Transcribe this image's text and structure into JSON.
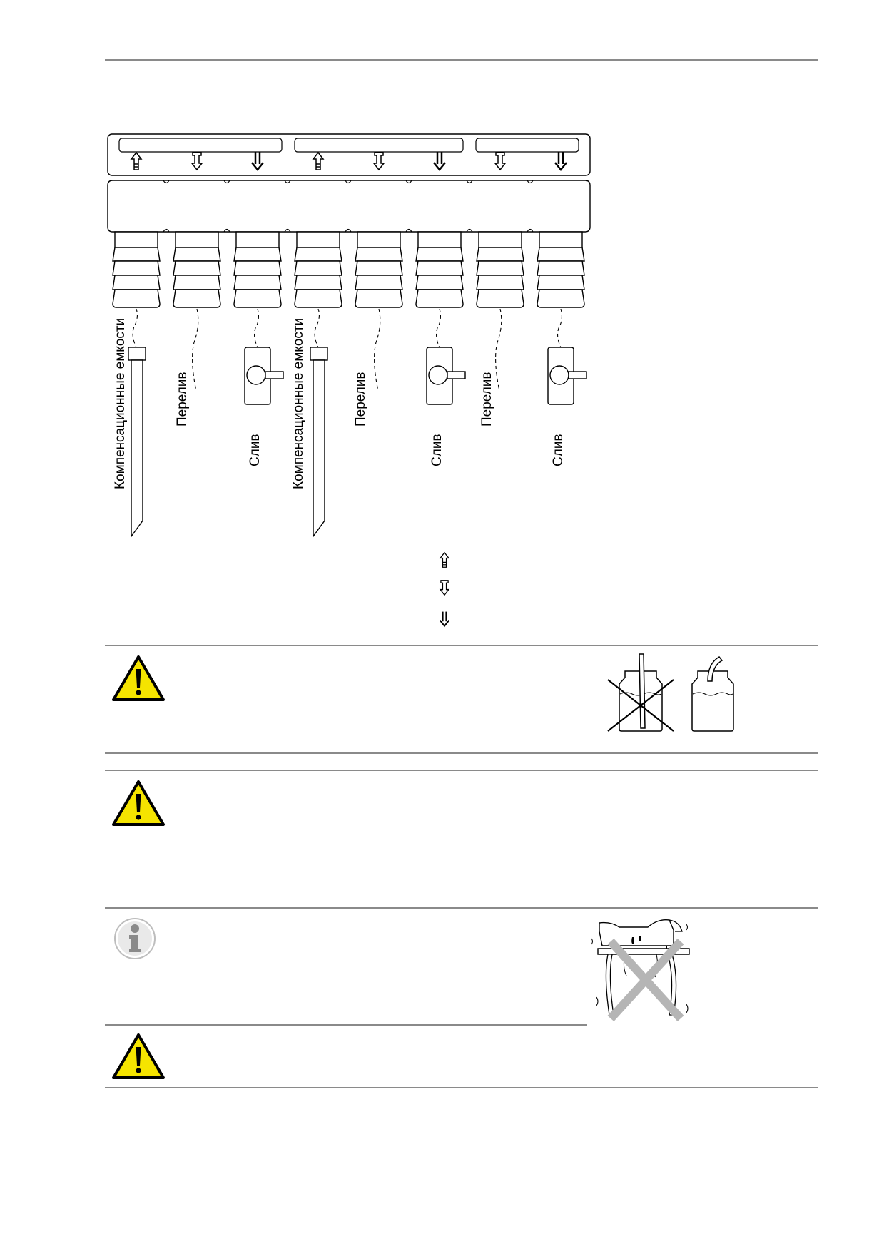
{
  "diagram": {
    "labels": [
      "Компенсационные емкости",
      "Перелив",
      "Слив",
      "Компенсационные емкости",
      "Перелив",
      "Слив",
      "Перелив",
      "Слив"
    ],
    "legend_icons": [
      "arrow-up-filter-icon",
      "arrow-down-open-icon",
      "arrow-down-bold-icon"
    ]
  },
  "notices": [
    {
      "type": "warning",
      "icon": "warning-icon",
      "illustration": "bottle-tube-immersed-crossed"
    },
    {
      "type": "warning",
      "icon": "warning-icon"
    },
    {
      "type": "info",
      "icon": "info-icon",
      "illustration": "unstable-table-crossed"
    },
    {
      "type": "warning",
      "icon": "warning-icon"
    }
  ],
  "colors": {
    "warning_yellow": "#f5e400",
    "info_gray": "#8a8a8a",
    "rule": "#8a8a8a"
  }
}
